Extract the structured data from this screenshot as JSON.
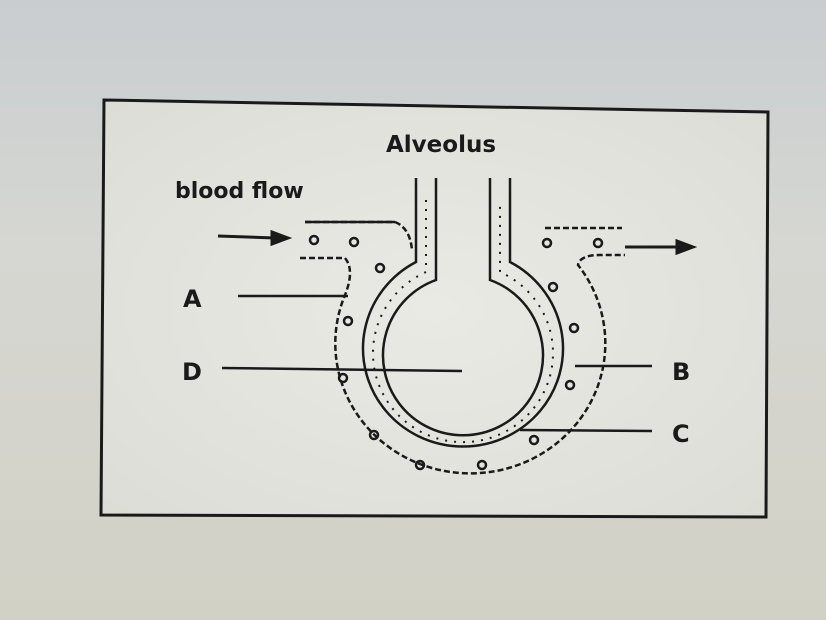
{
  "diagram": {
    "title": "Alveolus",
    "flow_label": "blood flow",
    "labels": {
      "a": "A",
      "b": "B",
      "c": "C",
      "d": "D"
    },
    "colors": {
      "ink": "#1a1a1a",
      "paper": "#e6e6df"
    }
  }
}
